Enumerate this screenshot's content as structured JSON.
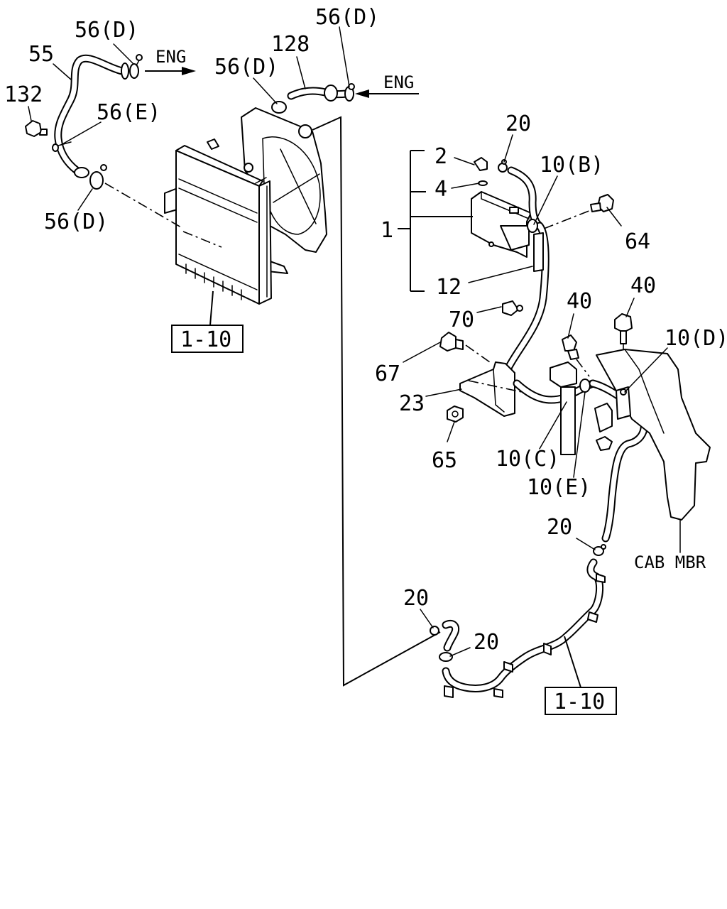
{
  "callouts": {
    "c56d_a": "56(D)",
    "c55": "55",
    "c132": "132",
    "c56e": "56(E)",
    "c56d_b": "56(D)",
    "eng_a": "ENG",
    "c56d_c": "56(D)",
    "c128": "128",
    "c56d_d": "56(D)",
    "eng_b": "ENG",
    "c20_a": "20",
    "c2": "2",
    "c10b": "10(B)",
    "c4": "4",
    "c1": "1",
    "c64": "64",
    "c12": "12",
    "c40_a": "40",
    "c40_b": "40",
    "c70": "70",
    "c10d": "10(D)",
    "c67": "67",
    "c23": "23",
    "c65": "65",
    "c10c": "10(C)",
    "c10e": "10(E)",
    "c20_b": "20",
    "cab_mbr": "CAB MBR",
    "c20_c": "20",
    "c20_d": "20"
  },
  "references": {
    "ref_a": "1-10",
    "ref_b": "1-10"
  }
}
